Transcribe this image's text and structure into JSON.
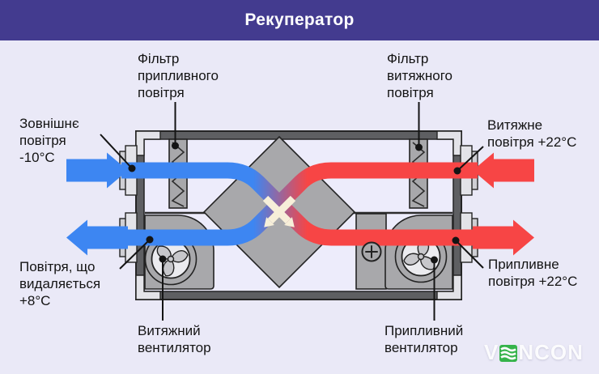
{
  "header": {
    "title": "Рекуператор"
  },
  "labels": {
    "filter_supply": {
      "lines": [
        "Фільтр",
        "припливного",
        "повітря"
      ]
    },
    "filter_exhaust": {
      "lines": [
        "Фільтр",
        "витяжного",
        "повітря"
      ]
    },
    "outside_air": {
      "lines": [
        "Зовнішнє",
        "повітря",
        "-10°С"
      ]
    },
    "extract_air": {
      "lines": [
        "Витяжне",
        "повітря +22°С"
      ]
    },
    "removed_air": {
      "lines": [
        "Повітря, що",
        "видаляється",
        "+8°С"
      ]
    },
    "supply_air": {
      "lines": [
        "Припливне",
        "повітря +22°С"
      ]
    },
    "exhaust_fan": {
      "lines": [
        "Витяжний",
        "вентилятор"
      ]
    },
    "supply_fan": {
      "lines": [
        "Припливний",
        "вентилятор"
      ]
    }
  },
  "brand": {
    "prefix": "V",
    "suffix": "NCON"
  },
  "icons": {
    "logo_glyph": "green-wave-icon",
    "cross_flow": "cross-flow-arrows-icon"
  },
  "colors": {
    "header-bg": "#433B8F",
    "page-bg": "#EAE9F7",
    "unit-bg": "#EDECFB",
    "cold": "#3D86F2",
    "warm": "#F74545",
    "metal-dark": "#5E5F62",
    "metal-mid": "#A8A8AB",
    "metal-light": "#E3E3E8",
    "cross-arrow": "#F7EFD9",
    "logo-green": "#35B34A",
    "logo-white": "#FBFBFD",
    "ink": "#141414"
  }
}
